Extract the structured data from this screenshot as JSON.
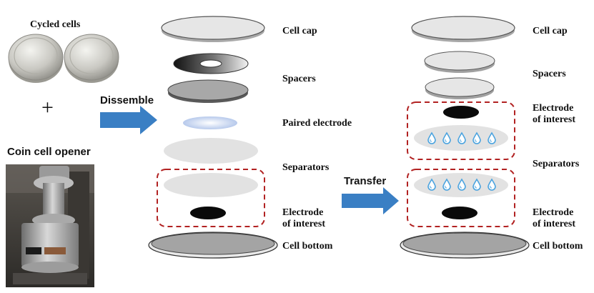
{
  "left_panel": {
    "cycled_cells_label": "Cycled cells",
    "plus_sign": "+",
    "opener_label": "Coin cell opener"
  },
  "arrows": {
    "dissemble_label": "Dissemble",
    "transfer_label": "Transfer"
  },
  "middle_stack": {
    "cell_cap": "Cell cap",
    "spacers": "Spacers",
    "paired_electrode": "Paired electrode",
    "separators": "Separators",
    "electrode_of_interest": "Electrode\nof interest",
    "cell_bottom": "Cell bottom"
  },
  "right_stack": {
    "cell_cap": "Cell cap",
    "spacers": "Spacers",
    "electrode_of_interest_top": "Electrode\nof interest",
    "separators": "Separators",
    "electrode_of_interest_bottom": "Electrode\nof interest",
    "cell_bottom": "Cell bottom"
  },
  "colors": {
    "arrow_blue": "#3a7fc4",
    "dashed_box_red": "#b22222",
    "electrolyte_drop_blue": "#4aa3df",
    "electrode_black": "#0a0a0a",
    "separator_gray": "#e2e2e2",
    "paired_electrode_blue": "#c8d6f0"
  }
}
